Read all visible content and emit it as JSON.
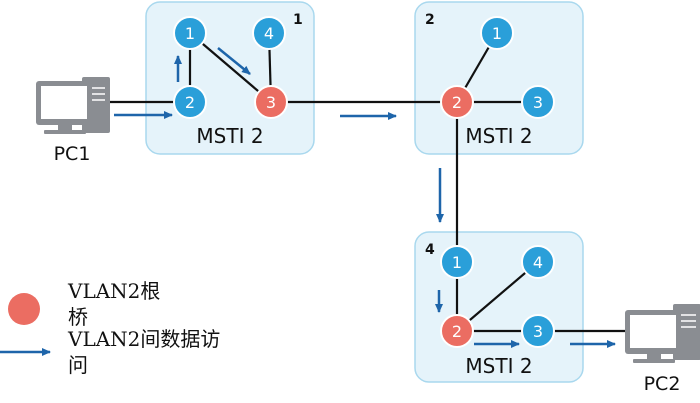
{
  "colors": {
    "region_fill": "#e5f3fa",
    "region_stroke": "#a9d8ee",
    "bridge_node": "#2a9fd9",
    "root_node": "#eb6d62",
    "link": "#111111",
    "arrow": "#1e65aa",
    "pc_body": "#8a8d92",
    "pc_screen": "#ffffff"
  },
  "regions": [
    {
      "number": "1",
      "label": "MSTI 2"
    },
    {
      "number": "2",
      "label": "MSTI 2"
    },
    {
      "number": "4",
      "label": "MSTI 2"
    }
  ],
  "nodes": {
    "r1": [
      {
        "label": "1",
        "role": "bridge"
      },
      {
        "label": "4",
        "role": "bridge"
      },
      {
        "label": "2",
        "role": "bridge"
      },
      {
        "label": "3",
        "role": "root"
      }
    ],
    "r2": [
      {
        "label": "1",
        "role": "bridge"
      },
      {
        "label": "2",
        "role": "root"
      },
      {
        "label": "3",
        "role": "bridge"
      }
    ],
    "r4": [
      {
        "label": "1",
        "role": "bridge"
      },
      {
        "label": "4",
        "role": "bridge"
      },
      {
        "label": "2",
        "role": "root"
      },
      {
        "label": "3",
        "role": "bridge"
      }
    ]
  },
  "pcs": [
    {
      "label": "PC1"
    },
    {
      "label": "PC2"
    }
  ],
  "legend": {
    "root_line1": "VLAN2根",
    "root_line2": "桥",
    "access_line1": "VLAN2间数据访",
    "access_line2": "问"
  }
}
